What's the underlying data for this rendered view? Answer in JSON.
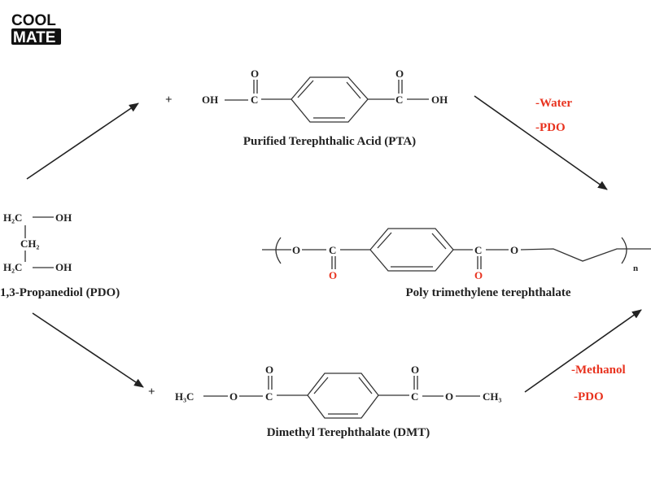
{
  "logo": {
    "line1": "COOL",
    "line2": "MATE"
  },
  "colors": {
    "condition_red": "#e8321e",
    "ink": "#222222"
  },
  "plus_sign": "+",
  "pta": {
    "atoms": {
      "oh_left": "OH",
      "c_left": "C",
      "o_left": "O",
      "c_right": "C",
      "o_right": "O",
      "oh_right": "OH"
    },
    "label": "Purified Terephthalic Acid (PTA)"
  },
  "pdo": {
    "atoms": {
      "top_c": "H₂C",
      "top_oh": "OH",
      "mid": "CH₂",
      "bot_c": "H₂C",
      "bot_oh": "OH"
    },
    "label": "1,3-Propanediol (PDO)"
  },
  "dmt": {
    "atoms": {
      "h3c": "H₃C",
      "o1": "O",
      "c1": "C",
      "o1_top": "O",
      "c2": "C",
      "o2_top": "O",
      "o2": "O",
      "ch3": "CH₃"
    },
    "label": "Dimethyl Terephthalate (DMT)"
  },
  "ptt": {
    "atoms": {
      "o1": "O",
      "c1": "C",
      "o1_red": "O",
      "c2": "C",
      "o2_red": "O",
      "o2": "O",
      "n": "n"
    },
    "label": "Poly trimethylene terephthalate"
  },
  "conditions_pta": {
    "byproduct1": "-Water",
    "byproduct2": "-PDO"
  },
  "conditions_dmt": {
    "byproduct1": "-Methanol",
    "byproduct2": "-PDO"
  }
}
